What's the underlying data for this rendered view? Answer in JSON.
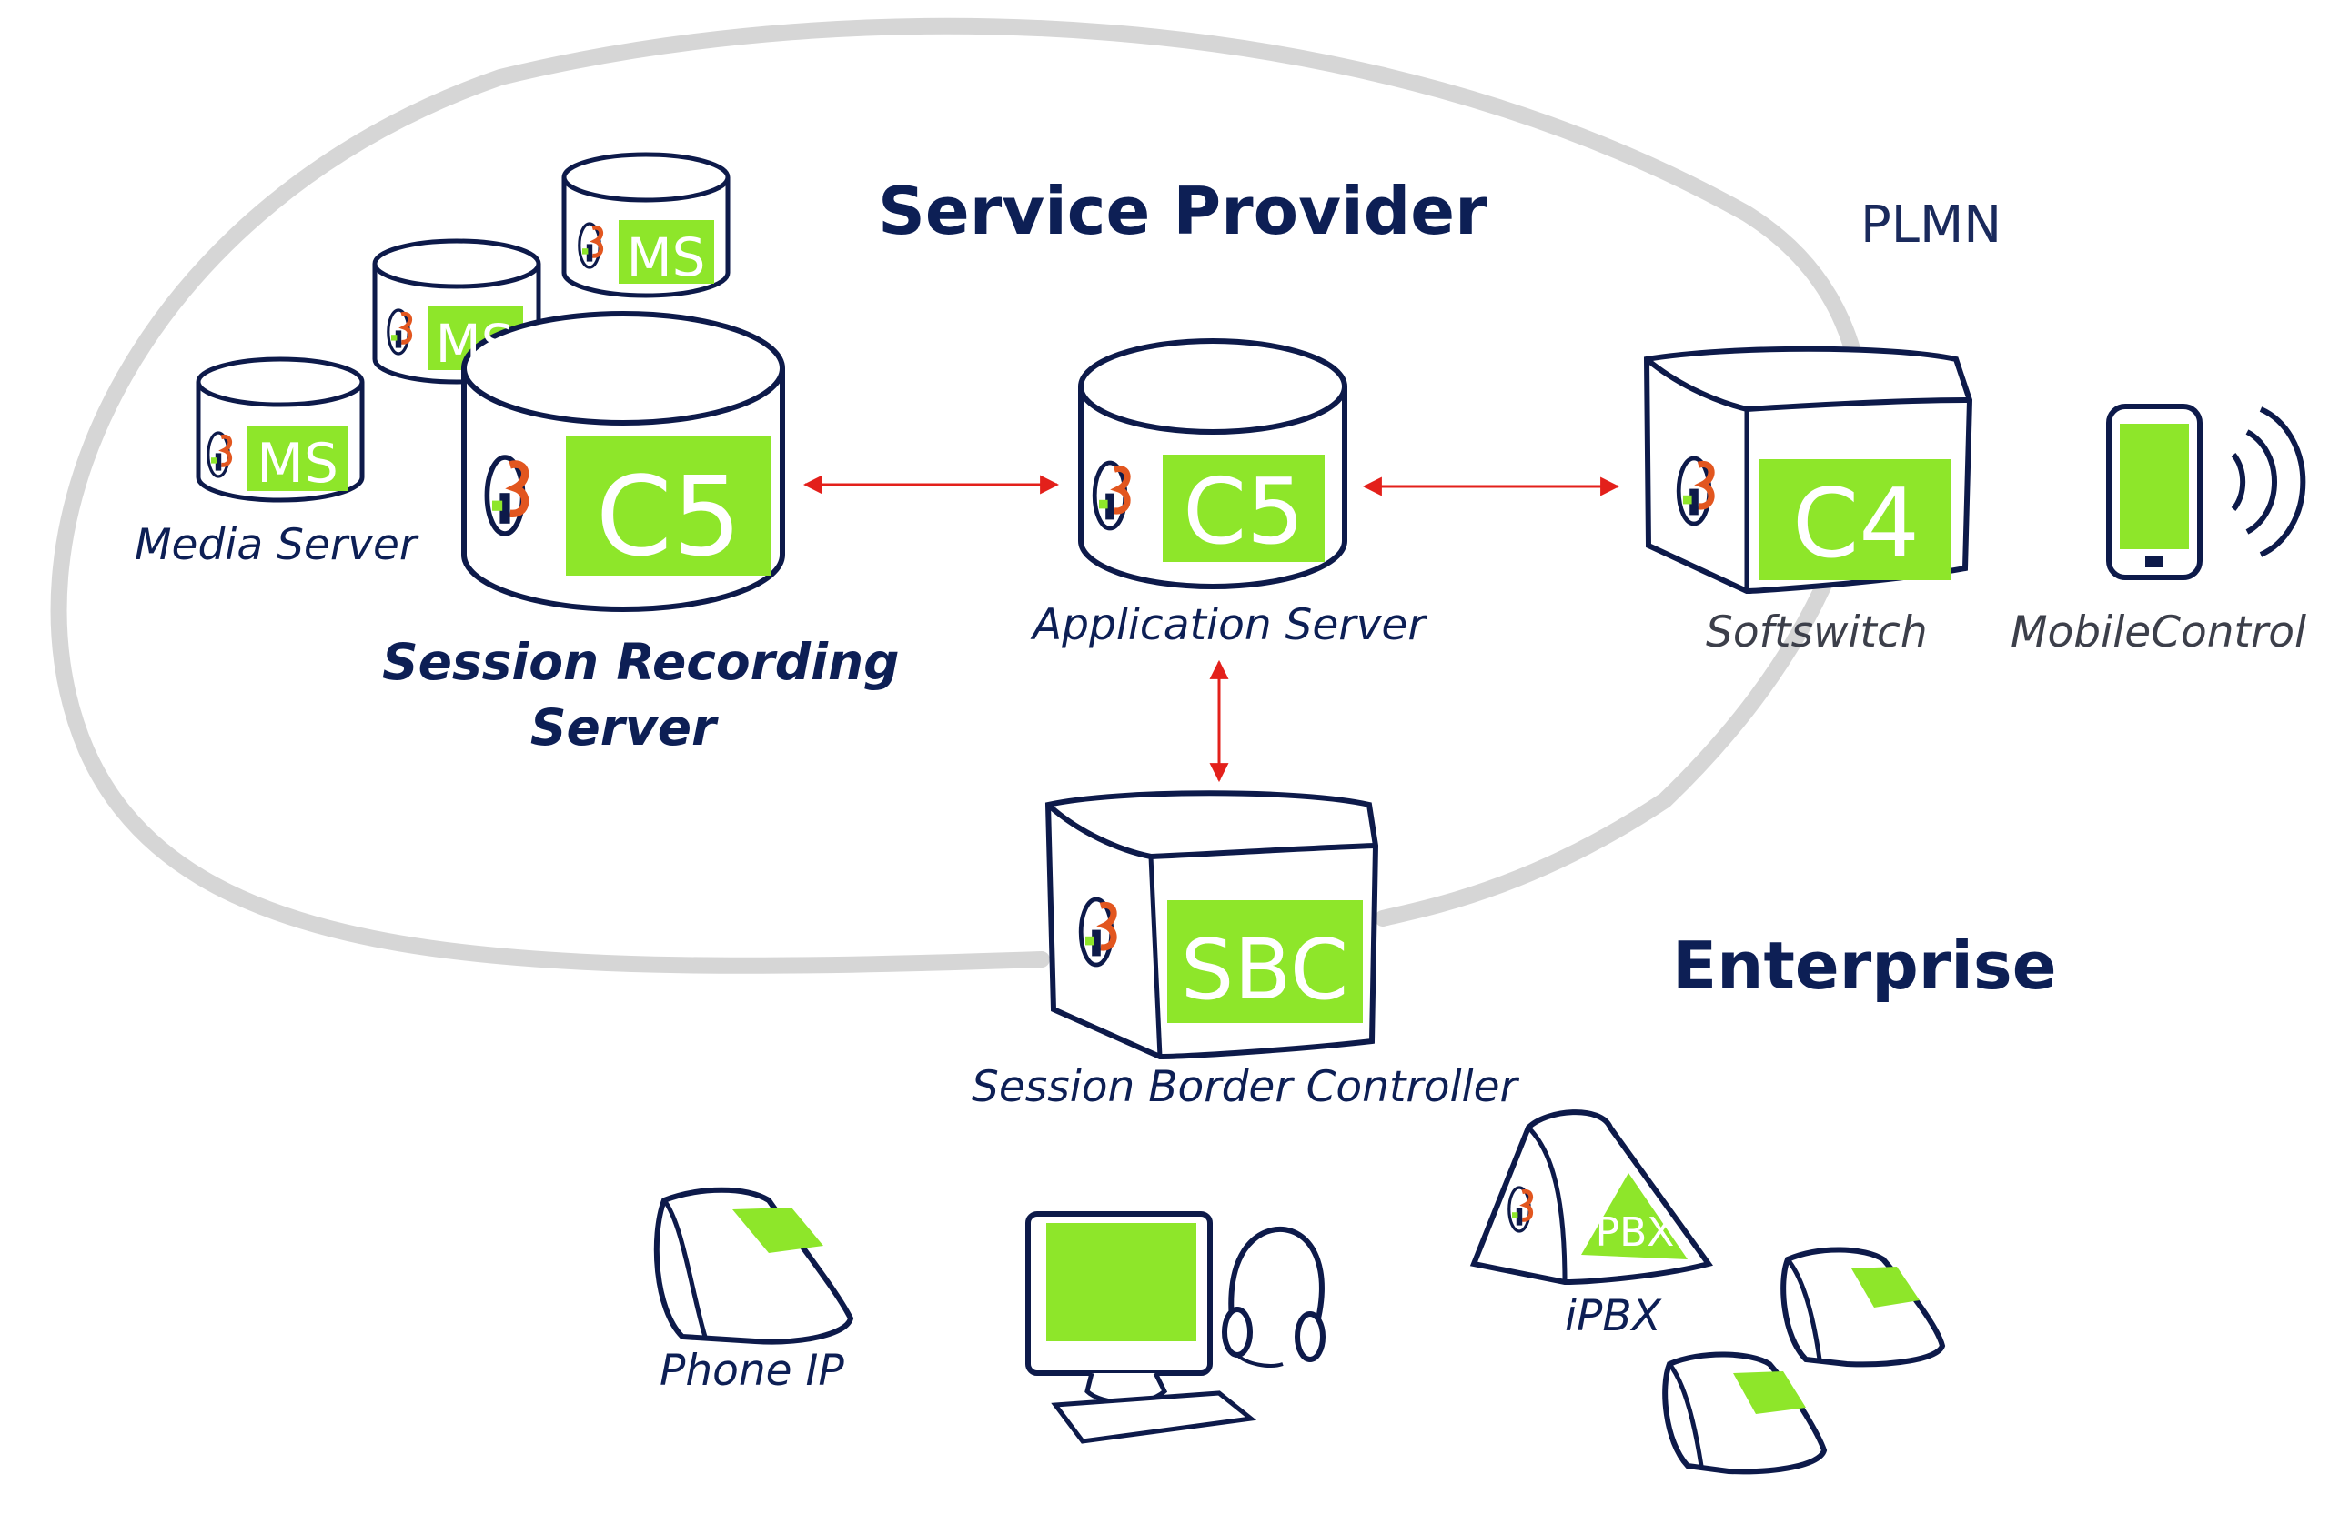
{
  "regions": {
    "service_provider": "Service Provider",
    "plmn": "PLMN",
    "enterprise": "Enterprise"
  },
  "nodes": {
    "media_server": {
      "badge": "MS",
      "label": "Media Server"
    },
    "recording_server": {
      "badge": "C5",
      "label_line1": "Session Recording",
      "label_line2": "Server"
    },
    "application_server": {
      "badge": "C5",
      "label": "Application Server"
    },
    "softswitch": {
      "badge": "C4",
      "label": "Softswitch"
    },
    "mobile": {
      "label": "MobileControl"
    },
    "sbc": {
      "badge": "SBC",
      "label": "Session Border Controller"
    },
    "phone_ip": {
      "label": "Phone IP"
    },
    "ipbx": {
      "badge": "PBX",
      "label": "iPBX"
    }
  },
  "colors": {
    "accent_green": "#8ee62a",
    "outline_navy": "#0d1a4a",
    "arrow_red": "#e3201b",
    "ring_gray": "#d6d6d6",
    "text_navy": "#0d1f55"
  }
}
